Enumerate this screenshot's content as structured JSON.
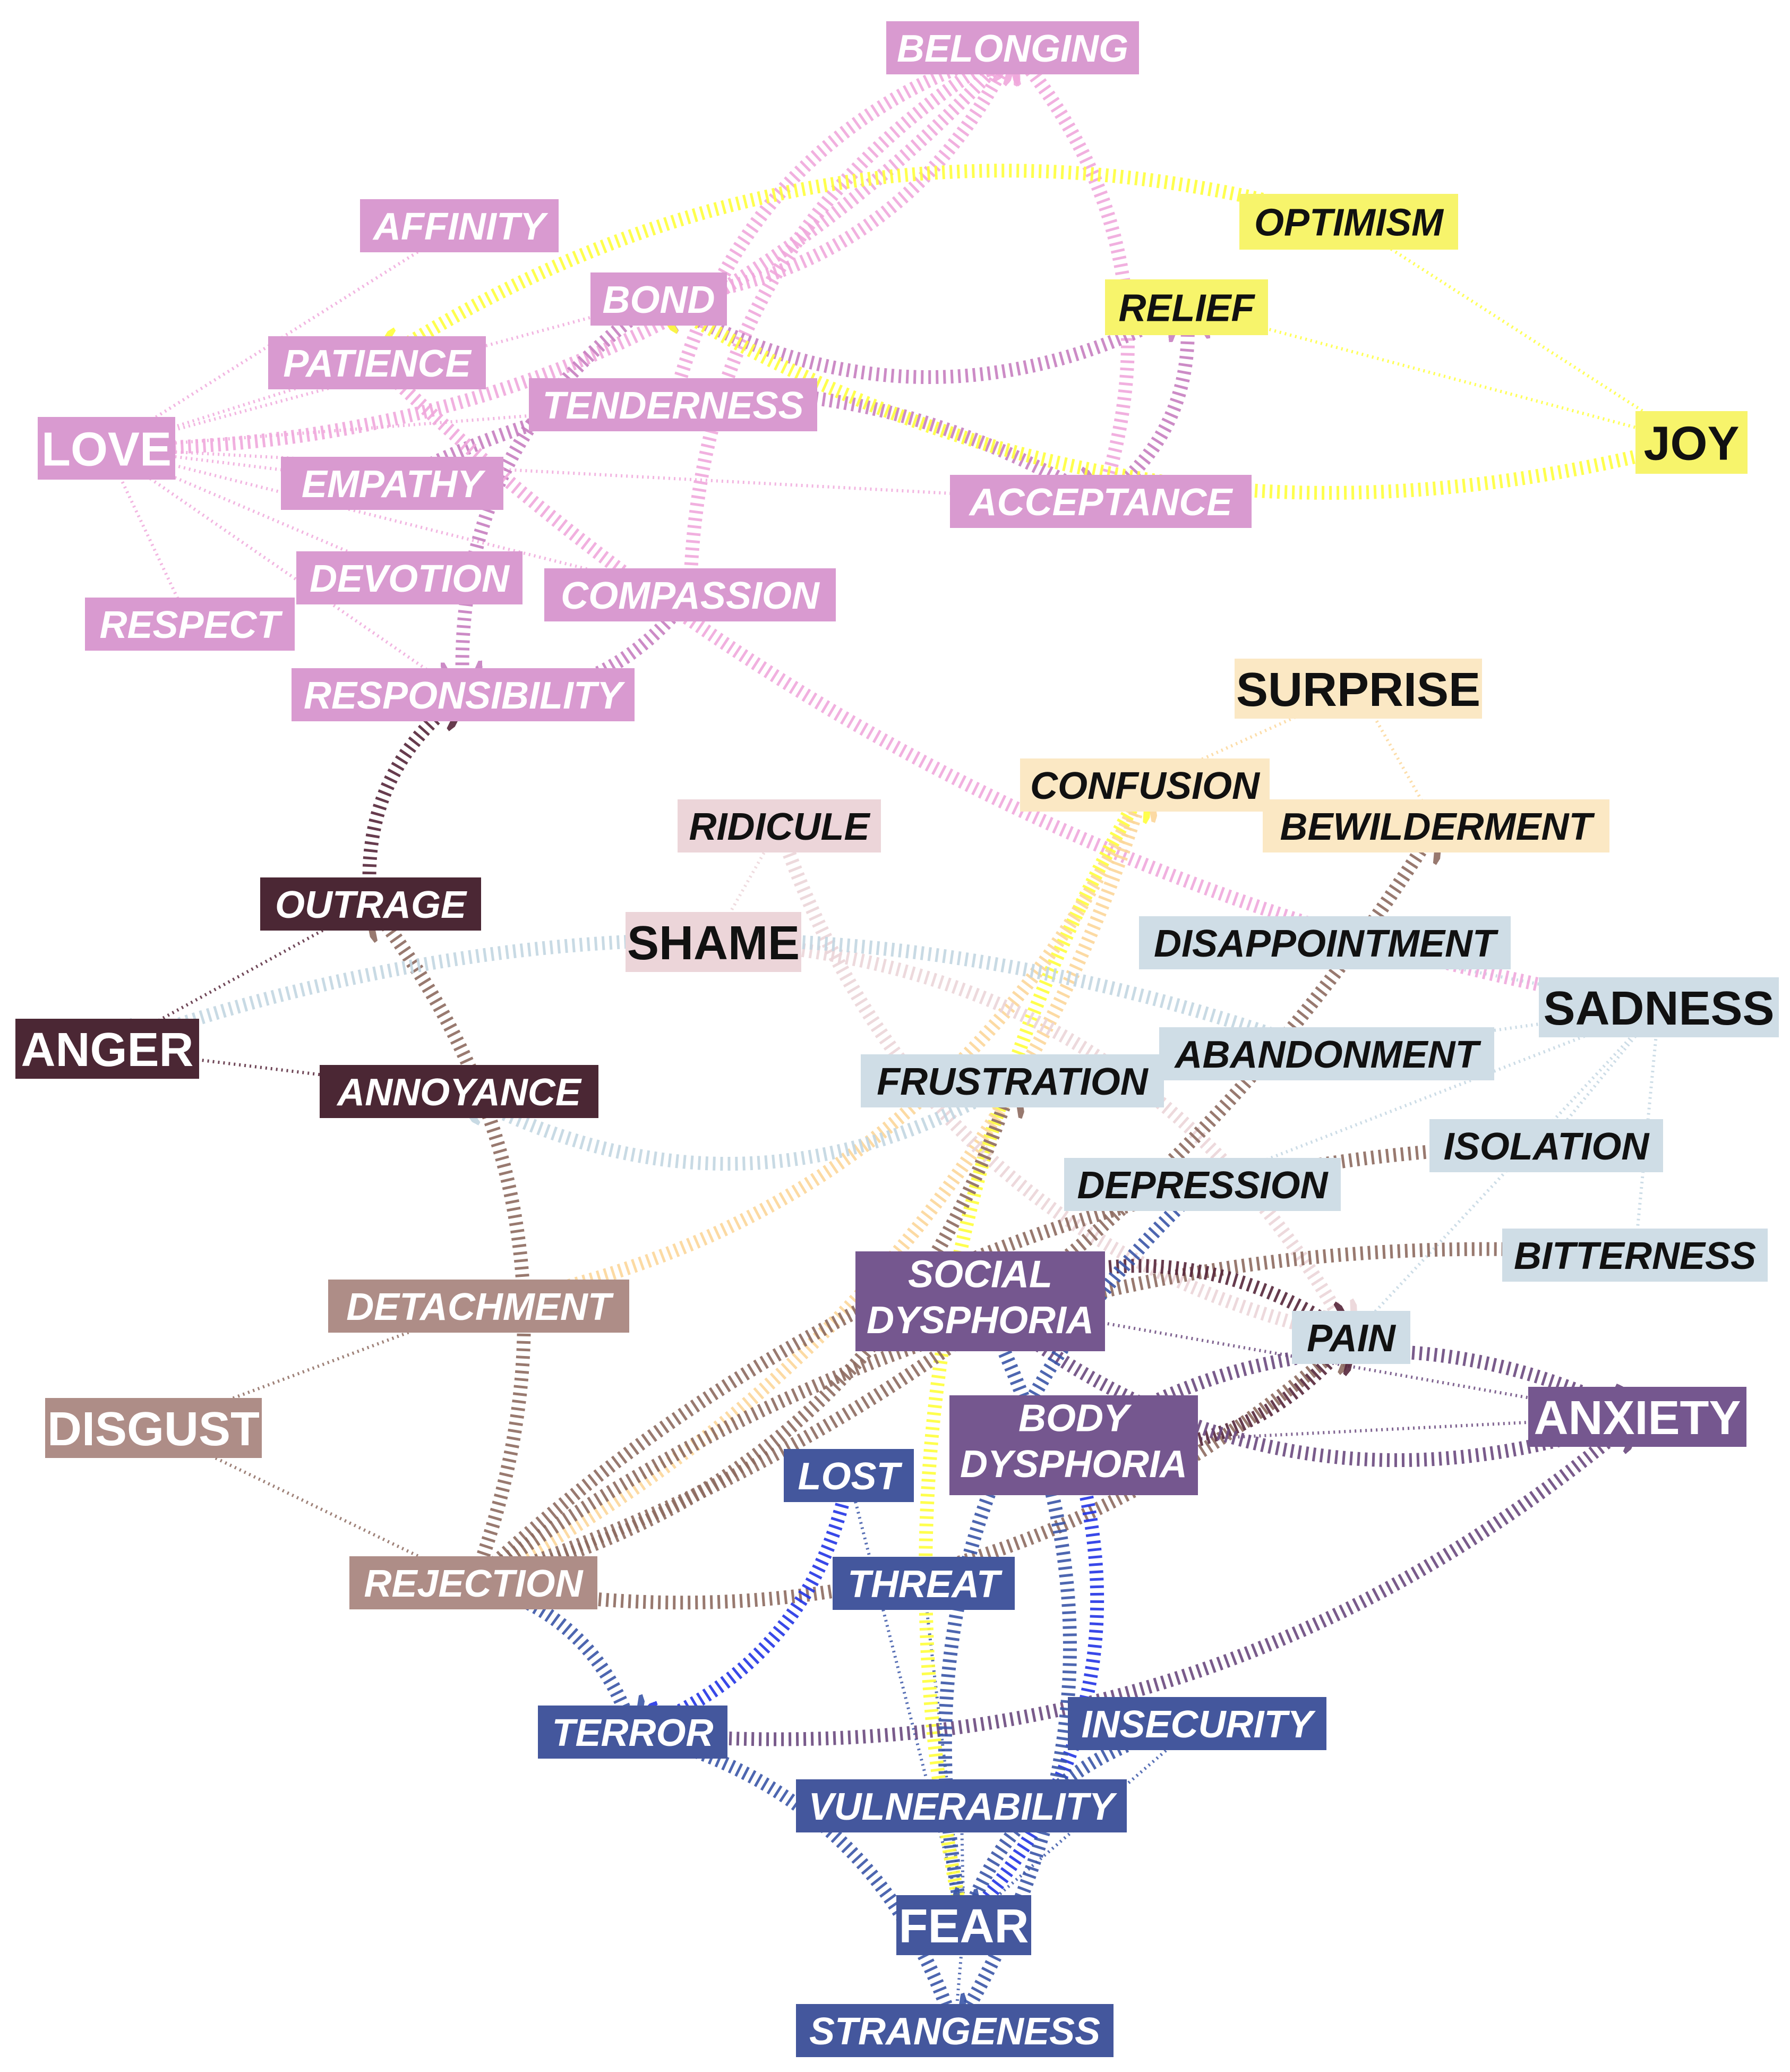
{
  "colors": {
    "love": "#d99ad0",
    "love_edge": "#f0a8dc",
    "love_edge_dark": "#c77fc0",
    "joy": "#f7f46b",
    "joy_edge": "#ffff3a",
    "surprise": "#fbe8c4",
    "surprise_edge": "#fcd79a",
    "shame": "#ecd5d9",
    "sadness": "#cfdde6",
    "sadness_edge": "#c3d6e2",
    "anger": "#4b2734",
    "anger_edge": "#56263a",
    "disgust": "#ae8d87",
    "disgust_edge": "#8d6b60",
    "anxiety": "#75578f",
    "anxiety_edge": "#6b4a7f",
    "fear": "#44579d",
    "fear_edge": "#3a56a8",
    "fear_edge_bright": "#2335e6",
    "white_text": "#ffffff",
    "black_text": "#111111"
  },
  "nodes": {
    "belonging": {
      "label": "BELONGING",
      "group": "love"
    },
    "affinity": {
      "label": "AFFINITY",
      "group": "love"
    },
    "bond": {
      "label": "BOND",
      "group": "love"
    },
    "patience": {
      "label": "PATIENCE",
      "group": "love"
    },
    "tenderness": {
      "label": "TENDERNESS",
      "group": "love"
    },
    "love": {
      "label": "LOVE",
      "group": "love",
      "root": true
    },
    "empathy": {
      "label": "EMPATHY",
      "group": "love"
    },
    "acceptance": {
      "label": "ACCEPTANCE",
      "group": "love"
    },
    "devotion": {
      "label": "DEVOTION",
      "group": "love"
    },
    "compassion": {
      "label": "COMPASSION",
      "group": "love"
    },
    "respect": {
      "label": "RESPECT",
      "group": "love"
    },
    "responsibility": {
      "label": "RESPONSIBILITY",
      "group": "love"
    },
    "optimism": {
      "label": "OPTIMISM",
      "group": "joy"
    },
    "relief": {
      "label": "RELIEF",
      "group": "joy"
    },
    "joy": {
      "label": "JOY",
      "group": "joy",
      "root": true
    },
    "surprise": {
      "label": "SURPRISE",
      "group": "surprise",
      "root": true
    },
    "confusion": {
      "label": "CONFUSION",
      "group": "surprise"
    },
    "bewilderment": {
      "label": "BEWILDERMENT",
      "group": "surprise"
    },
    "ridicule": {
      "label": "RIDICULE",
      "group": "shame"
    },
    "shame": {
      "label": "SHAME",
      "group": "shame",
      "root": true
    },
    "outrage": {
      "label": "OUTRAGE",
      "group": "anger"
    },
    "anger": {
      "label": "ANGER",
      "group": "anger",
      "root": true
    },
    "annoyance": {
      "label": "ANNOYANCE",
      "group": "anger"
    },
    "disappointment": {
      "label": "DISAPPOINTMENT",
      "group": "sadness"
    },
    "sadness": {
      "label": "SADNESS",
      "group": "sadness",
      "root": true
    },
    "abandonment": {
      "label": "ABANDONMENT",
      "group": "sadness"
    },
    "frustration": {
      "label": "FRUSTRATION",
      "group": "sadness"
    },
    "isolation": {
      "label": "ISOLATION",
      "group": "sadness"
    },
    "depression": {
      "label": "DEPRESSION",
      "group": "sadness"
    },
    "bitterness": {
      "label": "BITTERNESS",
      "group": "sadness"
    },
    "pain": {
      "label": "PAIN",
      "group": "sadness"
    },
    "detachment": {
      "label": "DETACHMENT",
      "group": "disgust"
    },
    "disgust": {
      "label": "DISGUST",
      "group": "disgust",
      "root": true
    },
    "rejection": {
      "label": "REJECTION",
      "group": "disgust"
    },
    "social_dysphoria": {
      "label": "SOCIAL DYSPHORIA",
      "lines": [
        "SOCIAL",
        "DYSPHORIA"
      ],
      "group": "anxiety"
    },
    "body_dysphoria": {
      "label": "BODY DYSPHORIA",
      "lines": [
        "BODY",
        "DYSPHORIA"
      ],
      "group": "anxiety"
    },
    "anxiety": {
      "label": "ANXIETY",
      "group": "anxiety",
      "root": true
    },
    "lost": {
      "label": "LOST",
      "group": "fear"
    },
    "threat": {
      "label": "THREAT",
      "group": "fear"
    },
    "terror": {
      "label": "TERROR",
      "group": "fear"
    },
    "insecurity": {
      "label": "INSECURITY",
      "group": "fear"
    },
    "vulnerability": {
      "label": "VULNERABILITY",
      "group": "fear"
    },
    "fear": {
      "label": "FEAR",
      "group": "fear",
      "root": true
    },
    "strangeness": {
      "label": "STRANGENESS",
      "group": "fear"
    }
  },
  "edges": [
    {
      "from": "love",
      "to": "affinity",
      "kind": "thin",
      "color": "love_edge"
    },
    {
      "from": "love",
      "to": "patience",
      "kind": "thin",
      "color": "love_edge"
    },
    {
      "from": "love",
      "to": "tenderness",
      "kind": "thin",
      "color": "love_edge"
    },
    {
      "from": "love",
      "to": "empathy",
      "kind": "thin",
      "color": "love_edge"
    },
    {
      "from": "love",
      "to": "devotion",
      "kind": "thin",
      "color": "love_edge"
    },
    {
      "from": "love",
      "to": "respect",
      "kind": "thin",
      "color": "love_edge"
    },
    {
      "from": "love",
      "to": "responsibility",
      "kind": "thin",
      "color": "love_edge"
    },
    {
      "from": "love",
      "to": "acceptance",
      "kind": "thin",
      "color": "love_edge"
    },
    {
      "from": "love",
      "to": "compassion",
      "kind": "thin",
      "color": "love_edge"
    },
    {
      "from": "love",
      "to": "bond",
      "kind": "thin",
      "color": "love_edge"
    },
    {
      "from": "joy",
      "to": "optimism",
      "kind": "thin",
      "color": "joy_edge"
    },
    {
      "from": "joy",
      "to": "relief",
      "kind": "thin",
      "color": "joy_edge"
    },
    {
      "from": "surprise",
      "to": "bewilderment",
      "kind": "thin",
      "color": "surprise_edge"
    },
    {
      "from": "surprise",
      "to": "confusion",
      "kind": "thin",
      "color": "surprise_edge"
    },
    {
      "from": "shame",
      "to": "ridicule",
      "kind": "thin",
      "color": "shame"
    },
    {
      "from": "anger",
      "to": "outrage",
      "kind": "thin",
      "color": "anger_edge"
    },
    {
      "from": "anger",
      "to": "annoyance",
      "kind": "thin",
      "color": "anger_edge"
    },
    {
      "from": "sadness",
      "to": "disappointment",
      "kind": "thin",
      "color": "sadness_edge"
    },
    {
      "from": "sadness",
      "to": "abandonment",
      "kind": "thin",
      "color": "sadness_edge"
    },
    {
      "from": "sadness",
      "to": "isolation",
      "kind": "thin",
      "color": "sadness_edge"
    },
    {
      "from": "sadness",
      "to": "depression",
      "kind": "thin",
      "color": "sadness_edge"
    },
    {
      "from": "sadness",
      "to": "bitterness",
      "kind": "thin",
      "color": "sadness_edge"
    },
    {
      "from": "sadness",
      "to": "pain",
      "kind": "thin",
      "color": "sadness_edge"
    },
    {
      "from": "disgust",
      "to": "detachment",
      "kind": "thin",
      "color": "disgust_edge"
    },
    {
      "from": "disgust",
      "to": "rejection",
      "kind": "thin",
      "color": "disgust_edge"
    },
    {
      "from": "anxiety",
      "to": "social_dysphoria",
      "kind": "thin",
      "color": "anxiety_edge"
    },
    {
      "from": "anxiety",
      "to": "body_dysphoria",
      "kind": "thin",
      "color": "anxiety_edge"
    },
    {
      "from": "fear",
      "to": "lost",
      "kind": "thin",
      "color": "fear_edge"
    },
    {
      "from": "fear",
      "to": "threat",
      "kind": "thin",
      "color": "fear_edge"
    },
    {
      "from": "fear",
      "to": "insecurity",
      "kind": "thin",
      "color": "fear_edge"
    },
    {
      "from": "fear",
      "to": "vulnerability",
      "kind": "thin",
      "color": "fear_edge"
    },
    {
      "from": "fear",
      "to": "strangeness",
      "kind": "thin",
      "color": "fear_edge"
    },
    {
      "from": "love",
      "to": "belonging",
      "kind": "thick",
      "color": "love_edge"
    },
    {
      "from": "tenderness",
      "to": "belonging",
      "kind": "thick",
      "color": "love_edge"
    },
    {
      "from": "bond",
      "to": "belonging",
      "kind": "thick",
      "color": "love_edge"
    },
    {
      "from": "compassion",
      "to": "belonging",
      "kind": "thick",
      "color": "love_edge"
    },
    {
      "from": "acceptance",
      "to": "belonging",
      "kind": "thick",
      "color": "love_edge"
    },
    {
      "from": "empathy",
      "to": "acceptance",
      "kind": "thick",
      "color": "love_edge_dark"
    },
    {
      "from": "acceptance",
      "to": "relief",
      "kind": "thick",
      "color": "love_edge_dark"
    },
    {
      "from": "relief",
      "to": "bond",
      "kind": "thick",
      "color": "love_edge_dark"
    },
    {
      "from": "bond",
      "to": "responsibility",
      "kind": "thick",
      "color": "love_edge_dark"
    },
    {
      "from": "compassion",
      "to": "responsibility",
      "kind": "thick",
      "color": "love_edge_dark"
    },
    {
      "from": "patience",
      "to": "sadness",
      "kind": "thick",
      "color": "love_edge"
    },
    {
      "from": "joy",
      "to": "bond",
      "kind": "thick",
      "color": "joy_edge"
    },
    {
      "from": "optimism",
      "to": "patience",
      "kind": "thick",
      "color": "joy_edge"
    },
    {
      "from": "fear",
      "to": "confusion",
      "kind": "thick",
      "color": "joy_edge"
    },
    {
      "from": "rejection",
      "to": "confusion",
      "kind": "thick",
      "color": "surprise_edge"
    },
    {
      "from": "confusion",
      "to": "detachment",
      "kind": "thick",
      "color": "surprise_edge"
    },
    {
      "from": "ridicule",
      "to": "pain",
      "kind": "thick",
      "color": "shame"
    },
    {
      "from": "shame",
      "to": "pain",
      "kind": "thick",
      "color": "shame"
    },
    {
      "from": "rejection",
      "to": "outrage",
      "kind": "thick",
      "color": "disgust_edge"
    },
    {
      "from": "outrage",
      "to": "responsibility",
      "kind": "thick",
      "color": "anger_edge"
    },
    {
      "from": "abandonment",
      "to": "anger",
      "kind": "thick",
      "color": "sadness_edge"
    },
    {
      "from": "frustration",
      "to": "annoyance",
      "kind": "thick",
      "color": "sadness_edge"
    },
    {
      "from": "rejection",
      "to": "bewilderment",
      "kind": "thick",
      "color": "disgust_edge"
    },
    {
      "from": "rejection",
      "to": "isolation",
      "kind": "thick",
      "color": "disgust_edge"
    },
    {
      "from": "rejection",
      "to": "frustration",
      "kind": "thick",
      "color": "disgust_edge"
    },
    {
      "from": "rejection",
      "to": "bitterness",
      "kind": "thick",
      "color": "disgust_edge"
    },
    {
      "from": "rejection",
      "to": "pain",
      "kind": "thick",
      "color": "disgust_edge"
    },
    {
      "from": "social_dysphoria",
      "to": "pain",
      "kind": "thick",
      "color": "anger_edge"
    },
    {
      "from": "body_dysphoria",
      "to": "pain",
      "kind": "thick",
      "color": "anger_edge"
    },
    {
      "from": "anxiety",
      "to": "social_dysphoria",
      "kind": "thick",
      "color": "anxiety_edge"
    },
    {
      "from": "terror",
      "to": "anxiety",
      "kind": "thick",
      "color": "anxiety_edge"
    },
    {
      "from": "body_dysphoria",
      "to": "anxiety",
      "kind": "thick",
      "color": "anxiety_edge"
    },
    {
      "from": "fear",
      "to": "body_dysphoria",
      "kind": "thick",
      "color": "fear_edge_bright"
    },
    {
      "from": "lost",
      "to": "terror",
      "kind": "thick",
      "color": "fear_edge_bright"
    },
    {
      "from": "strangeness",
      "to": "social_dysphoria",
      "kind": "thick",
      "color": "fear_edge"
    },
    {
      "from": "rejection",
      "to": "terror",
      "kind": "thick",
      "color": "fear_edge"
    },
    {
      "from": "depression",
      "to": "fear",
      "kind": "thick",
      "color": "fear_edge"
    },
    {
      "from": "terror",
      "to": "strangeness",
      "kind": "thick",
      "color": "fear_edge"
    },
    {
      "from": "insecurity",
      "to": "fear",
      "kind": "thick",
      "color": "fear_edge"
    }
  ]
}
